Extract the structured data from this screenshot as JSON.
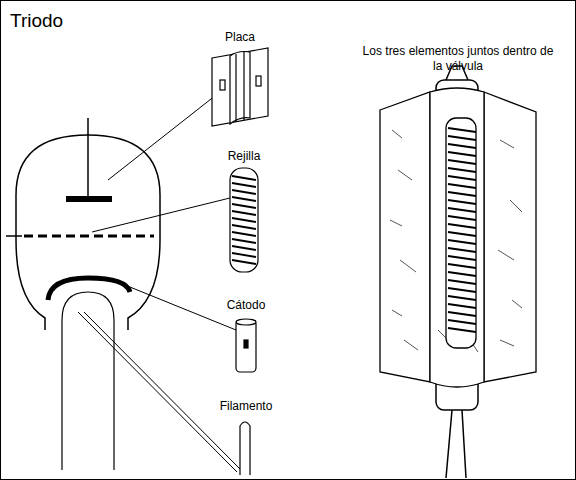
{
  "diagram": {
    "title": "Triodo",
    "labels": [
      "Placa",
      "Rejilla",
      "Cátodo",
      "Filamento",
      "Los tres elementos juntos dentro de la válvula"
    ]
  }
}
